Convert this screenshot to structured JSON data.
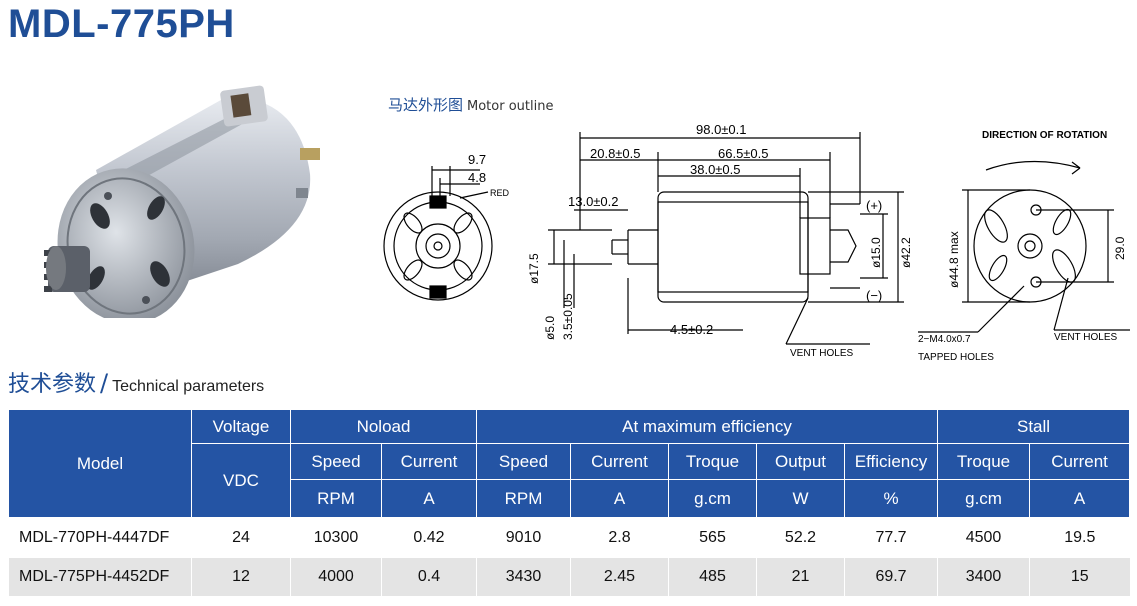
{
  "title": "MDL-775PH",
  "outline": {
    "caption_cn": "马达外形图",
    "caption_en": "Motor outline",
    "dims": {
      "d97": "9.7",
      "d48": "4.8",
      "red": "RED",
      "d980": "98.0±0.1",
      "d208": "20.8±0.5",
      "d665": "66.5±0.5",
      "d380": "38.0±0.5",
      "d130": "13.0±0.2",
      "plus": "(+)",
      "minus": "(−)",
      "phi175": "ø17.5",
      "phi50": "ø5.0",
      "d35": "3.5±0.05",
      "phi150": "ø15.0",
      "phi422": "ø42.2",
      "d45": "4.5±0.2",
      "vent1": "VENT HOLES",
      "direction": "DIRECTION OF ROTATION",
      "phi448": "ø44.8 max",
      "d290": "29.0",
      "tapped1": "2−M4.0x0.7",
      "tapped2": "TAPPED HOLES",
      "vent2": "VENT HOLES"
    }
  },
  "params": {
    "title_cn": "技术参数",
    "slash": "/",
    "title_en": "Technical parameters",
    "header": {
      "model": "Model",
      "voltage": "Voltage",
      "vdc": "VDC",
      "noload": "Noload",
      "maxeff": "At maximum efficiency",
      "stall": "Stall",
      "speed": "Speed",
      "current": "Current",
      "troque": "Troque",
      "output": "Output",
      "efficiency": "Efficiency",
      "rpm": "RPM",
      "a": "A",
      "gcm": "g.cm",
      "w": "W",
      "pct": "%"
    },
    "rows": [
      [
        "MDL-770PH-4447DF",
        "24",
        "10300",
        "0.42",
        "9010",
        "2.8",
        "565",
        "52.2",
        "77.7",
        "4500",
        "19.5"
      ],
      [
        "MDL-775PH-4452DF",
        "12",
        "4000",
        "0.4",
        "3430",
        "2.45",
        "485",
        "21",
        "69.7",
        "3400",
        "15"
      ]
    ]
  }
}
